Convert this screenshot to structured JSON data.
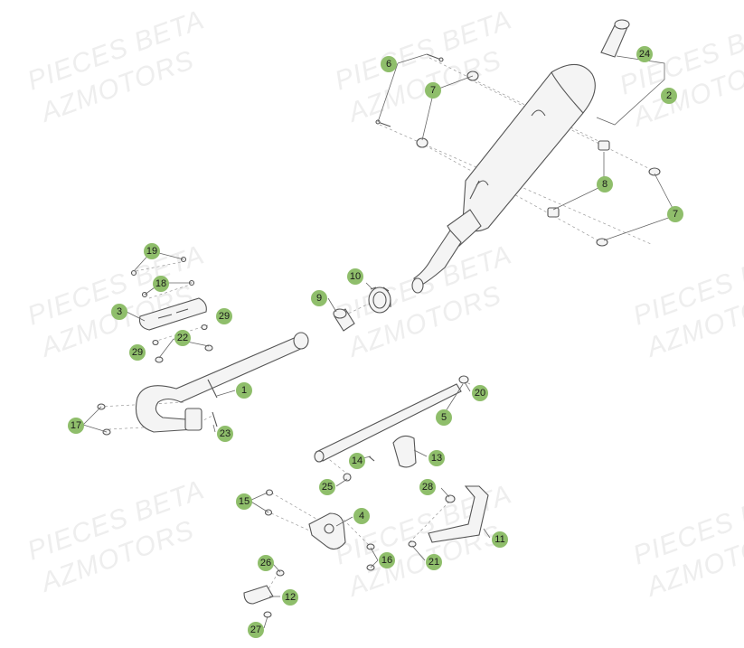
{
  "watermark": {
    "line1": "PIECES BETA",
    "line2": "AZMOTORS"
  },
  "callouts": [
    "1",
    "2",
    "3",
    "4",
    "5",
    "6",
    "7",
    "7",
    "8",
    "9",
    "10",
    "11",
    "12",
    "13",
    "14",
    "15",
    "16",
    "17",
    "18",
    "19",
    "20",
    "21",
    "22",
    "23",
    "24",
    "25",
    "26",
    "27",
    "28",
    "29",
    "29"
  ],
  "colors": {
    "callout_fill": "#8fbe6b",
    "line": "#555555",
    "watermark": "#eeeeee"
  }
}
